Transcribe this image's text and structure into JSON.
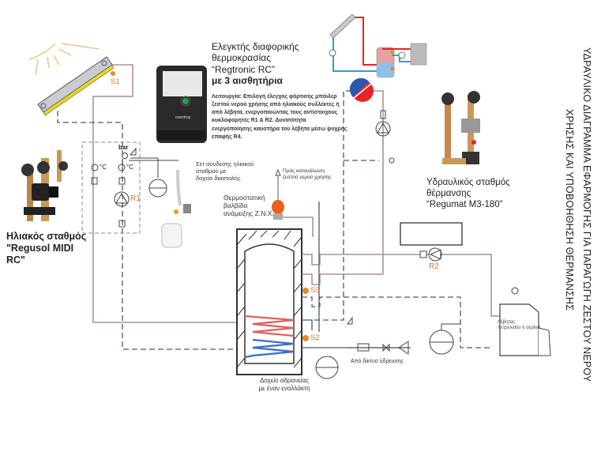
{
  "title": {
    "line1": "ΥΔΡΑΥΛΙΚΟ ΔΙΑΓΡΑΜΜΑ ΕΦΑΡΜΟΓΗΣ ΓΙΑ ΠΑΡΑΓΩΓΗ ΖΕΣΤΟΥ ΝΕΡΟΥ",
    "line2": "ΧΡΗΣΗΣ ΚΑΙ ΥΠΟΒΟΗΘΗΣΗ ΘΕΡΜΑΝΣΗΣ"
  },
  "controller": {
    "title_line1": "Ελεγκτής διαφορικής",
    "title_line2": "θερμοκρασίας",
    "title_line3": "“Regtronic RC”",
    "title_line4": "με 3 αισθητήρια",
    "description": "Λειτουργία: Επιλογή έλεγχος φόρτισης μπόιλερ ζεστού νερού χρήσης από ηλιακούς συλλέκτες ή από λέβητα, ενεργοποιώντας τους αντίστοιχους κυκλοφορητές R1 & R2. Δυνατότητα ενεργοποίησης καυστήρα του λέβητα μέσω ψυχρής επαφής R4.",
    "brand": "oventrop"
  },
  "solar_station": {
    "line1": "Ηλιακός σταθμός",
    "line2": "\"Regusol MIDI RC\""
  },
  "heating_station": {
    "line1": "Υδραυλικός σταθμός",
    "line2": "θέρμανσης",
    "line3": "“Regumat M3-180”"
  },
  "expansion_set": {
    "line1": "Σετ σύνδεσης ηλιακού",
    "line2": "σταθμού με",
    "line3": "δοχείο διαστολής"
  },
  "to_consumption": {
    "line1": "Πρός κατανάλωση",
    "line2": "ζεστού νερού χρήσης"
  },
  "mixing_valve": {
    "line1": "Θερμοστατική",
    "line2": "βαλβίδα",
    "line3": "ανάμειξης Z.N.X."
  },
  "tank": {
    "line1": "Δοχείο αδρανείας",
    "line2": "με έναν εναλλάκτη"
  },
  "water_network": "Από δίκτυο ύδρευσης",
  "boiler": {
    "line1": "Λέβητας",
    "line2": "πετρελαίου ή αερίου"
  },
  "sensors": {
    "s1": "S1",
    "s2": "S2",
    "s3": "S3"
  },
  "pumps": {
    "r1": "R1",
    "r2": "R2"
  },
  "gauge_labels": {
    "bar": "bar",
    "celsius1": "°C",
    "celsius2": "°C"
  },
  "colors": {
    "hot_pipe": "#9a6a6a",
    "return_pipe": "#4a5a6a",
    "sensor": "#e8862a",
    "coil_hot": "#e06060",
    "coil_cold": "#3a6fc0",
    "schematic_red": "#e8232a",
    "schematic_blue": "#2aa0e0",
    "collector_yellow": "#e8d820"
  }
}
